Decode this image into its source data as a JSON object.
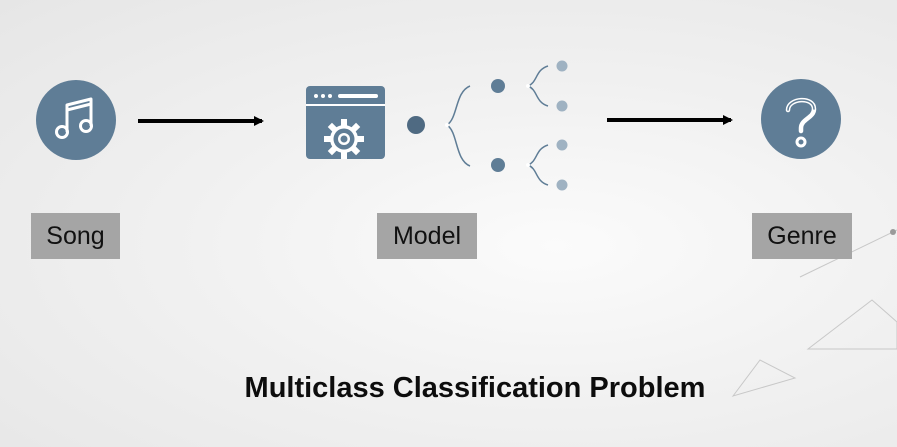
{
  "diagram": {
    "nodes": [
      {
        "id": "song",
        "label": "Song",
        "icon": "music-note-icon"
      },
      {
        "id": "model",
        "label": "Model",
        "icon": "settings-window-icon"
      },
      {
        "id": "genre",
        "label": "Genre",
        "icon": "question-mark-icon"
      }
    ],
    "edges": [
      {
        "from": "song",
        "to": "model"
      },
      {
        "from": "model",
        "to": "genre"
      }
    ],
    "caption": "Multiclass Classification Problem"
  },
  "colors": {
    "icon_fill": "#5f7d96",
    "arrow": "#000000",
    "label_bg": "#a5a5a5",
    "tree_light": "#9fb2c2"
  }
}
